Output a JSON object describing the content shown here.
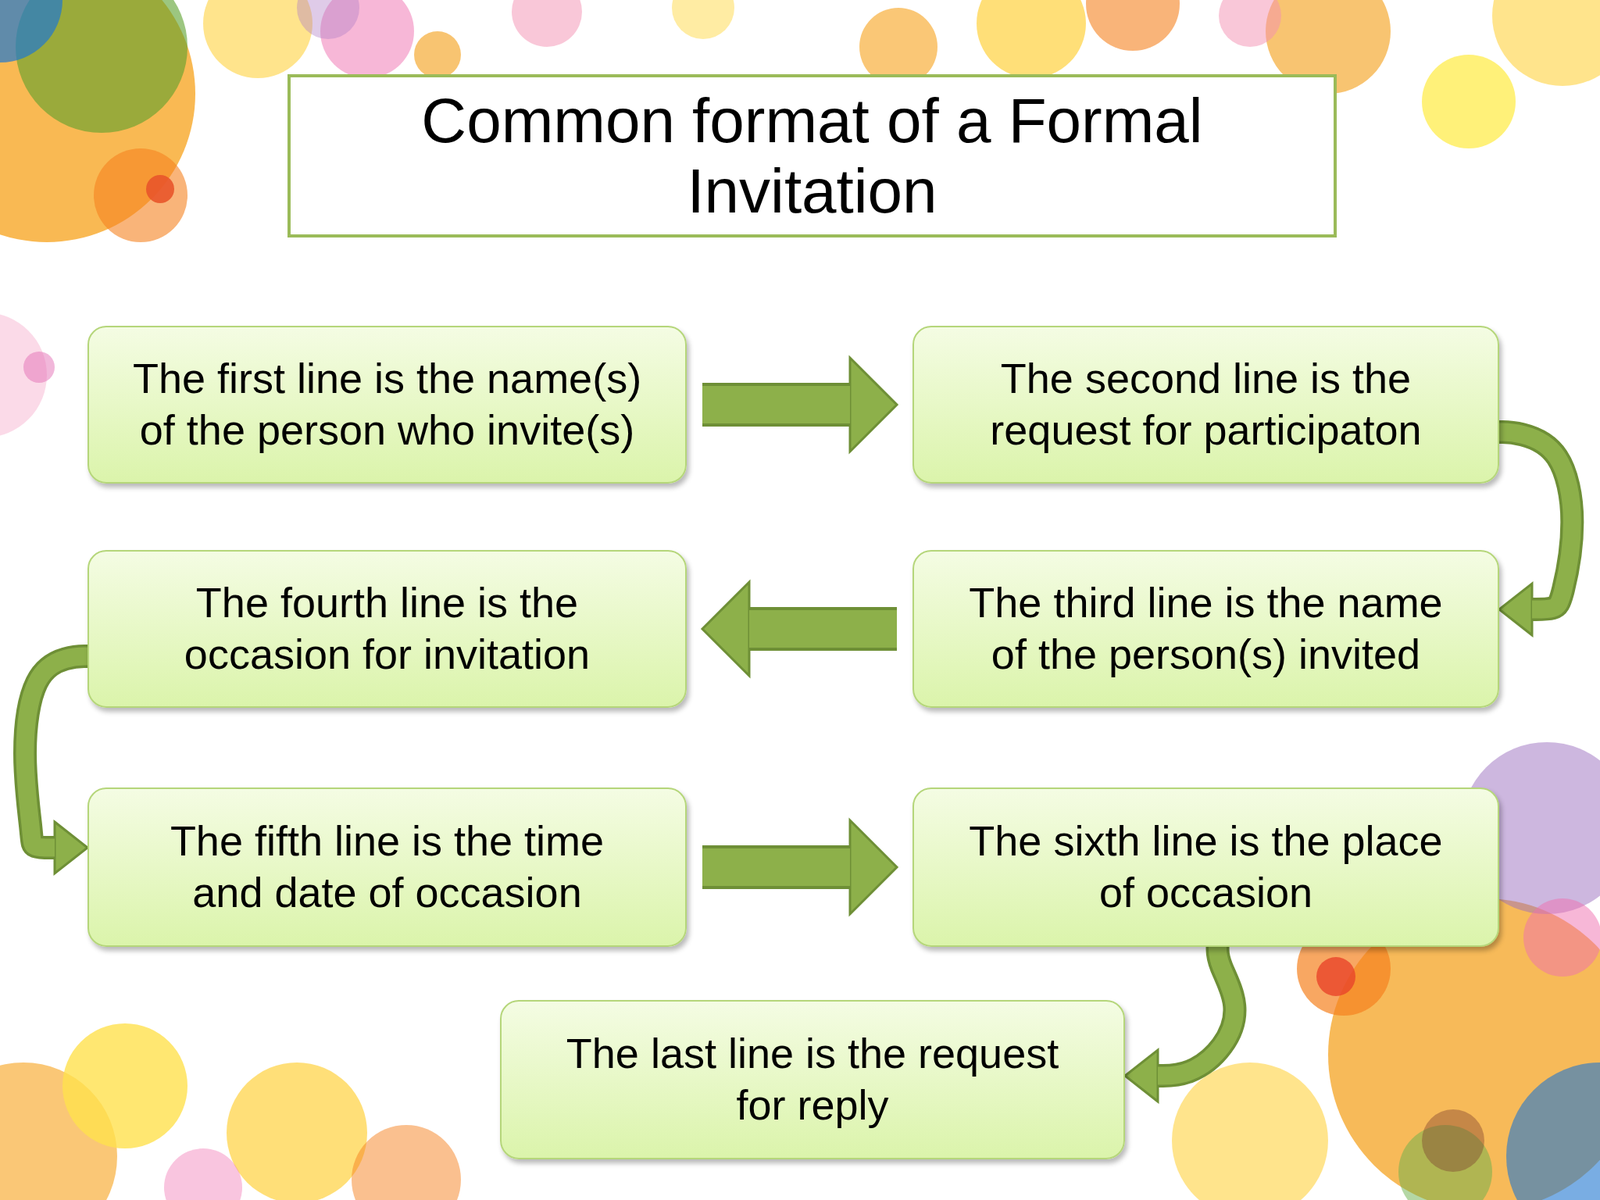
{
  "diagram": {
    "title": "Common format of a Formal Invitation",
    "nodes": [
      {
        "text": [
          "The first line is the name(s) of the person who invite(s)"
        ]
      },
      {
        "text": [
          "The second line is the request for participaton"
        ]
      },
      {
        "text": [
          "The third line is the name of the person(s) invited"
        ]
      },
      {
        "text": [
          "The fourth line is the occasion for invitation"
        ]
      },
      {
        "text": [
          "The fifth line is the time and date of occasion"
        ]
      },
      {
        "text": [
          "The sixth line is the place of occasion"
        ]
      },
      {
        "text": [
          "The last line is the request for reply"
        ]
      }
    ],
    "edges": [
      {
        "from": 0,
        "to": 1,
        "arrow": "to"
      },
      {
        "from": 1,
        "to": 2,
        "arrow": "to"
      },
      {
        "from": 2,
        "to": 3,
        "arrow": "to"
      },
      {
        "from": 3,
        "to": 4,
        "arrow": "to"
      },
      {
        "from": 4,
        "to": 5,
        "arrow": "to"
      },
      {
        "from": 5,
        "to": 6,
        "arrow": "to"
      }
    ]
  }
}
